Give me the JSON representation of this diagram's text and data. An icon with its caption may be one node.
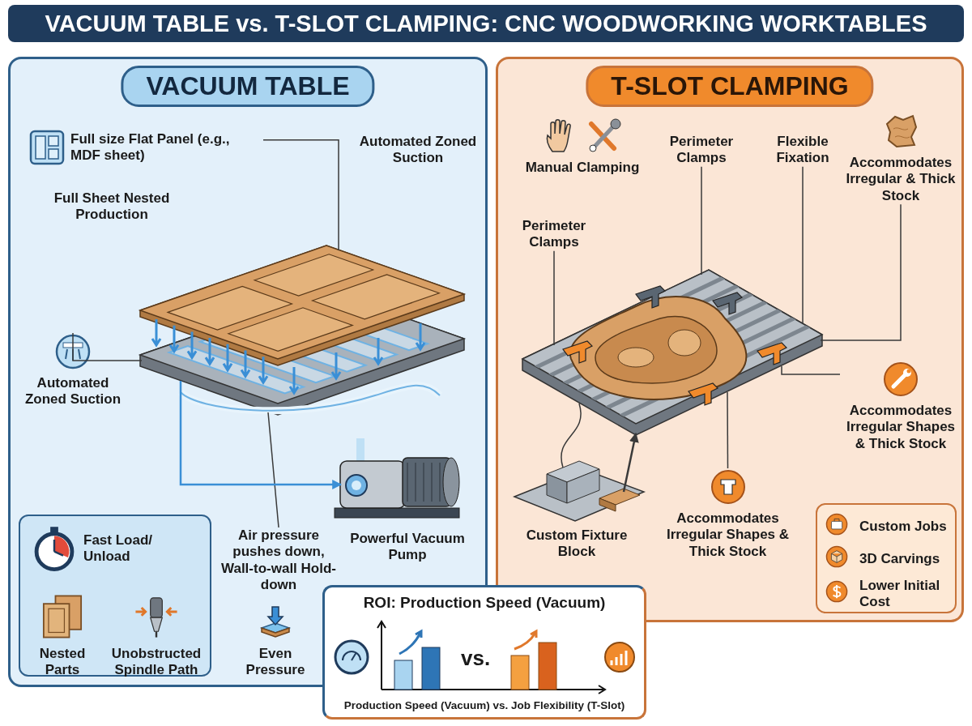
{
  "diagram": {
    "title": "VACUUM TABLE vs. T-SLOT CLAMPING: CNC WOODWORKING WORKTABLES",
    "nodes": [
      {
        "text": [
          "VACUUM TABLE"
        ]
      },
      {
        "text": [
          "Full size Flat Panel (e.g., MDF sheet)"
        ],
        "in": 0
      },
      {
        "text": [
          "Automated Zoned Suction"
        ],
        "in": 0
      },
      {
        "text": [
          "Full Sheet Nested Production"
        ],
        "in": 0
      },
      {
        "text": [
          "Automated Zoned Suction"
        ],
        "in": 0
      },
      {
        "text": [
          "Fast Load/ Unload",
          "Nested Parts",
          "Unobstructed Spindle Path"
        ],
        "in": 0
      },
      {
        "text": [
          "Air pressure pushes down, Wall-to-wall Hold-down"
        ],
        "in": 0
      },
      {
        "text": [
          "Powerful Vacuum Pump"
        ],
        "in": 0
      },
      {
        "text": [
          "Even Pressure"
        ],
        "in": 0
      },
      {
        "text": [
          "T-SLOT CLAMPING"
        ]
      },
      {
        "text": [
          "Manual Clamping"
        ],
        "in": 9
      },
      {
        "text": [
          "Perimeter Clamps"
        ],
        "in": 9
      },
      {
        "text": [
          "Flexible Fixation"
        ],
        "in": 9
      },
      {
        "text": [
          "Accommodates Irregular & Thick Stock"
        ],
        "in": 9
      },
      {
        "text": [
          "Perimeter Clamps"
        ],
        "in": 9
      },
      {
        "text": [
          "Custom Fixture Block"
        ],
        "in": 9
      },
      {
        "text": [
          "Accommodates Irregular Shapes & Thick Stock"
        ],
        "in": 9
      },
      {
        "text": [
          "Accommodates Irregular Shapes & Thick Stock"
        ],
        "in": 9
      },
      {
        "text": [
          "Custom Jobs",
          "3D Carvings",
          "Lower Initial Cost"
        ],
        "in": 9
      },
      {
        "text": [
          "ROI: Production Speed (Vacuum)",
          "vs.",
          "Production Speed (Vacuum) vs. Job Flexibility (T-Slot)"
        ]
      },
      {
        "text": [],
        "shape": "picture",
        "in": 0
      },
      {
        "text": [],
        "shape": "picture",
        "in": 0
      },
      {
        "text": [],
        "shape": "picture",
        "in": 9
      },
      {
        "text": [],
        "shape": "picture",
        "in": 9
      }
    ],
    "edges": [
      {
        "from": 1,
        "to": 20,
        "arrow": "none"
      },
      {
        "from": 4,
        "to": 20,
        "arrow": "none"
      },
      {
        "from": 6,
        "to": 20,
        "arrow": "none"
      },
      {
        "from": 20,
        "to": 21,
        "arrow": "to",
        "color": "#3a8fd6"
      },
      {
        "from": 11,
        "to": 22,
        "arrow": "none"
      },
      {
        "from": 12,
        "to": 22,
        "arrow": "none"
      },
      {
        "from": 13,
        "to": 22,
        "arrow": "none"
      },
      {
        "from": 14,
        "to": 22,
        "arrow": "none"
      },
      {
        "from": 23,
        "to": 22,
        "arrow": "none"
      },
      {
        "from": 23,
        "to": 22,
        "arrow": "to"
      },
      {
        "from": 16,
        "to": 22,
        "arrow": "none"
      },
      {
        "from": 17,
        "to": 22,
        "arrow": "none"
      }
    ]
  }
}
